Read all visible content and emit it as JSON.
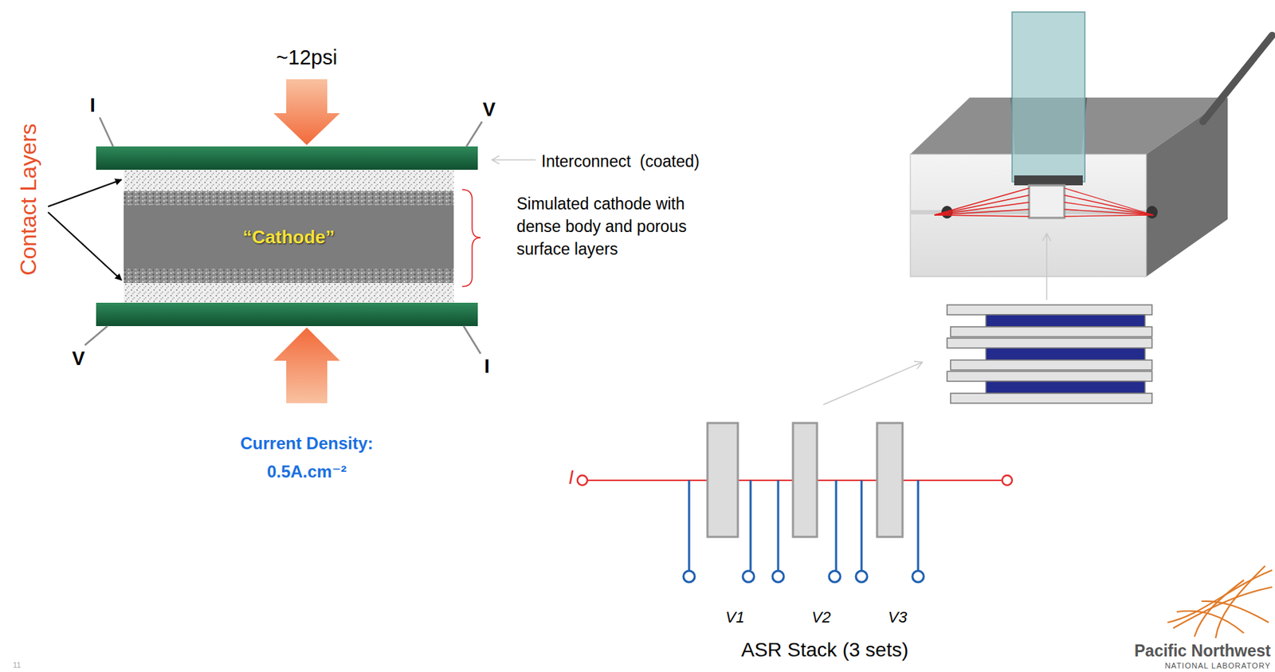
{
  "diagram": {
    "nodes": [
      {
        "text": [
          "“Cathode”"
        ]
      }
    ],
    "labels": [
      "~12psi",
      "Contact Layers",
      "I",
      "V",
      "V",
      "I",
      "Interconnect  (coated)",
      "Simulated cathode with dense body and  porous surface layers",
      "Current Density:",
      "0.5A.cm⁻²",
      "I",
      "V1",
      "V2",
      "V3",
      "ASR Stack (3 sets)",
      "Pacific Northwest",
      "NATIONAL LABORATORY",
      "11"
    ]
  }
}
